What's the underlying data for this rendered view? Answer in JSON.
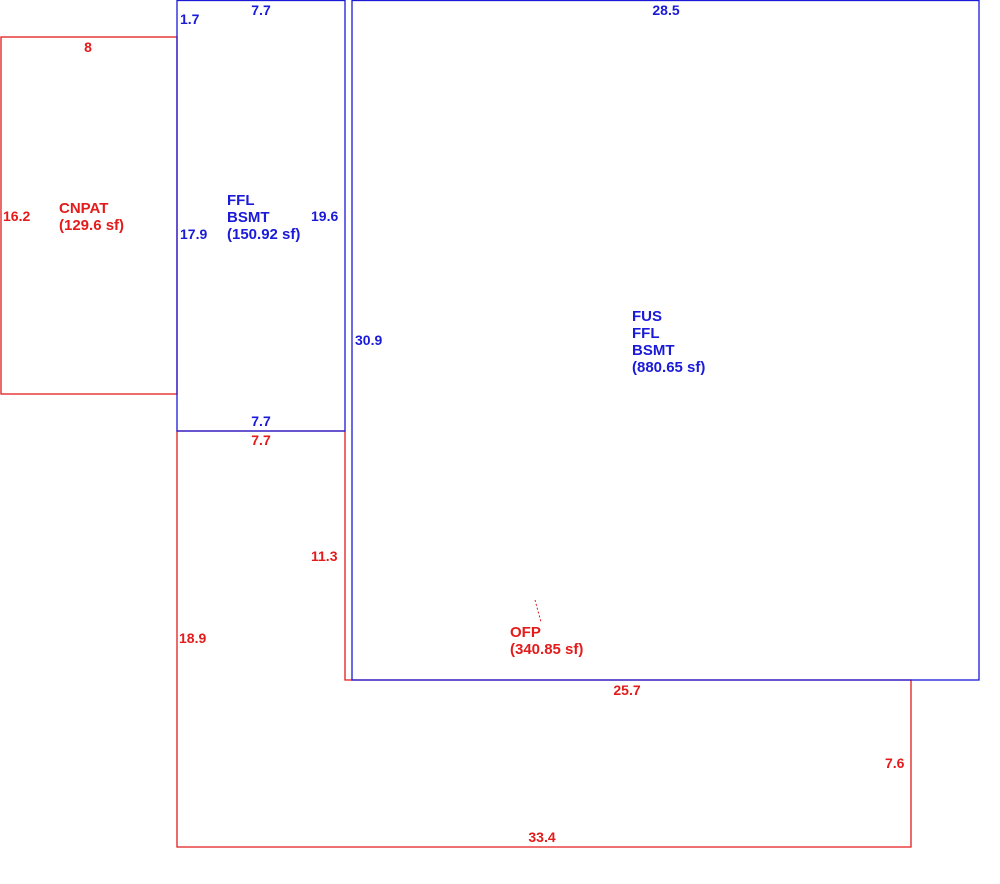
{
  "colors": {
    "red": "#e31b1b",
    "blue": "#1a1ad8",
    "background": "#ffffff"
  },
  "areas": {
    "cnpat": {
      "name": "CNPAT",
      "area": "(129.6 sf)"
    },
    "ffl_bsmt_small": {
      "line1": "FFL",
      "line2": "BSMT",
      "area": "(150.92 sf)"
    },
    "fus_ffl_bsmt": {
      "line1": "FUS",
      "line2": "FFL",
      "line3": "BSMT",
      "area": "(880.65 sf)"
    },
    "ofp": {
      "name": "OFP",
      "area": "(340.85 sf)"
    }
  },
  "dimensions": {
    "cnpat_top": "8",
    "cnpat_left": "16.2",
    "small_top": "7.7",
    "small_corner": "1.7",
    "small_left": "17.9",
    "small_right": "19.6",
    "small_bottom": "7.7",
    "ofp_top": "7.7",
    "ofp_inner": "11.3",
    "ofp_left": "18.9",
    "ofp_mid": "25.7",
    "ofp_right": "7.6",
    "ofp_bottom": "33.4",
    "big_top": "28.5",
    "big_left": "30.9"
  }
}
